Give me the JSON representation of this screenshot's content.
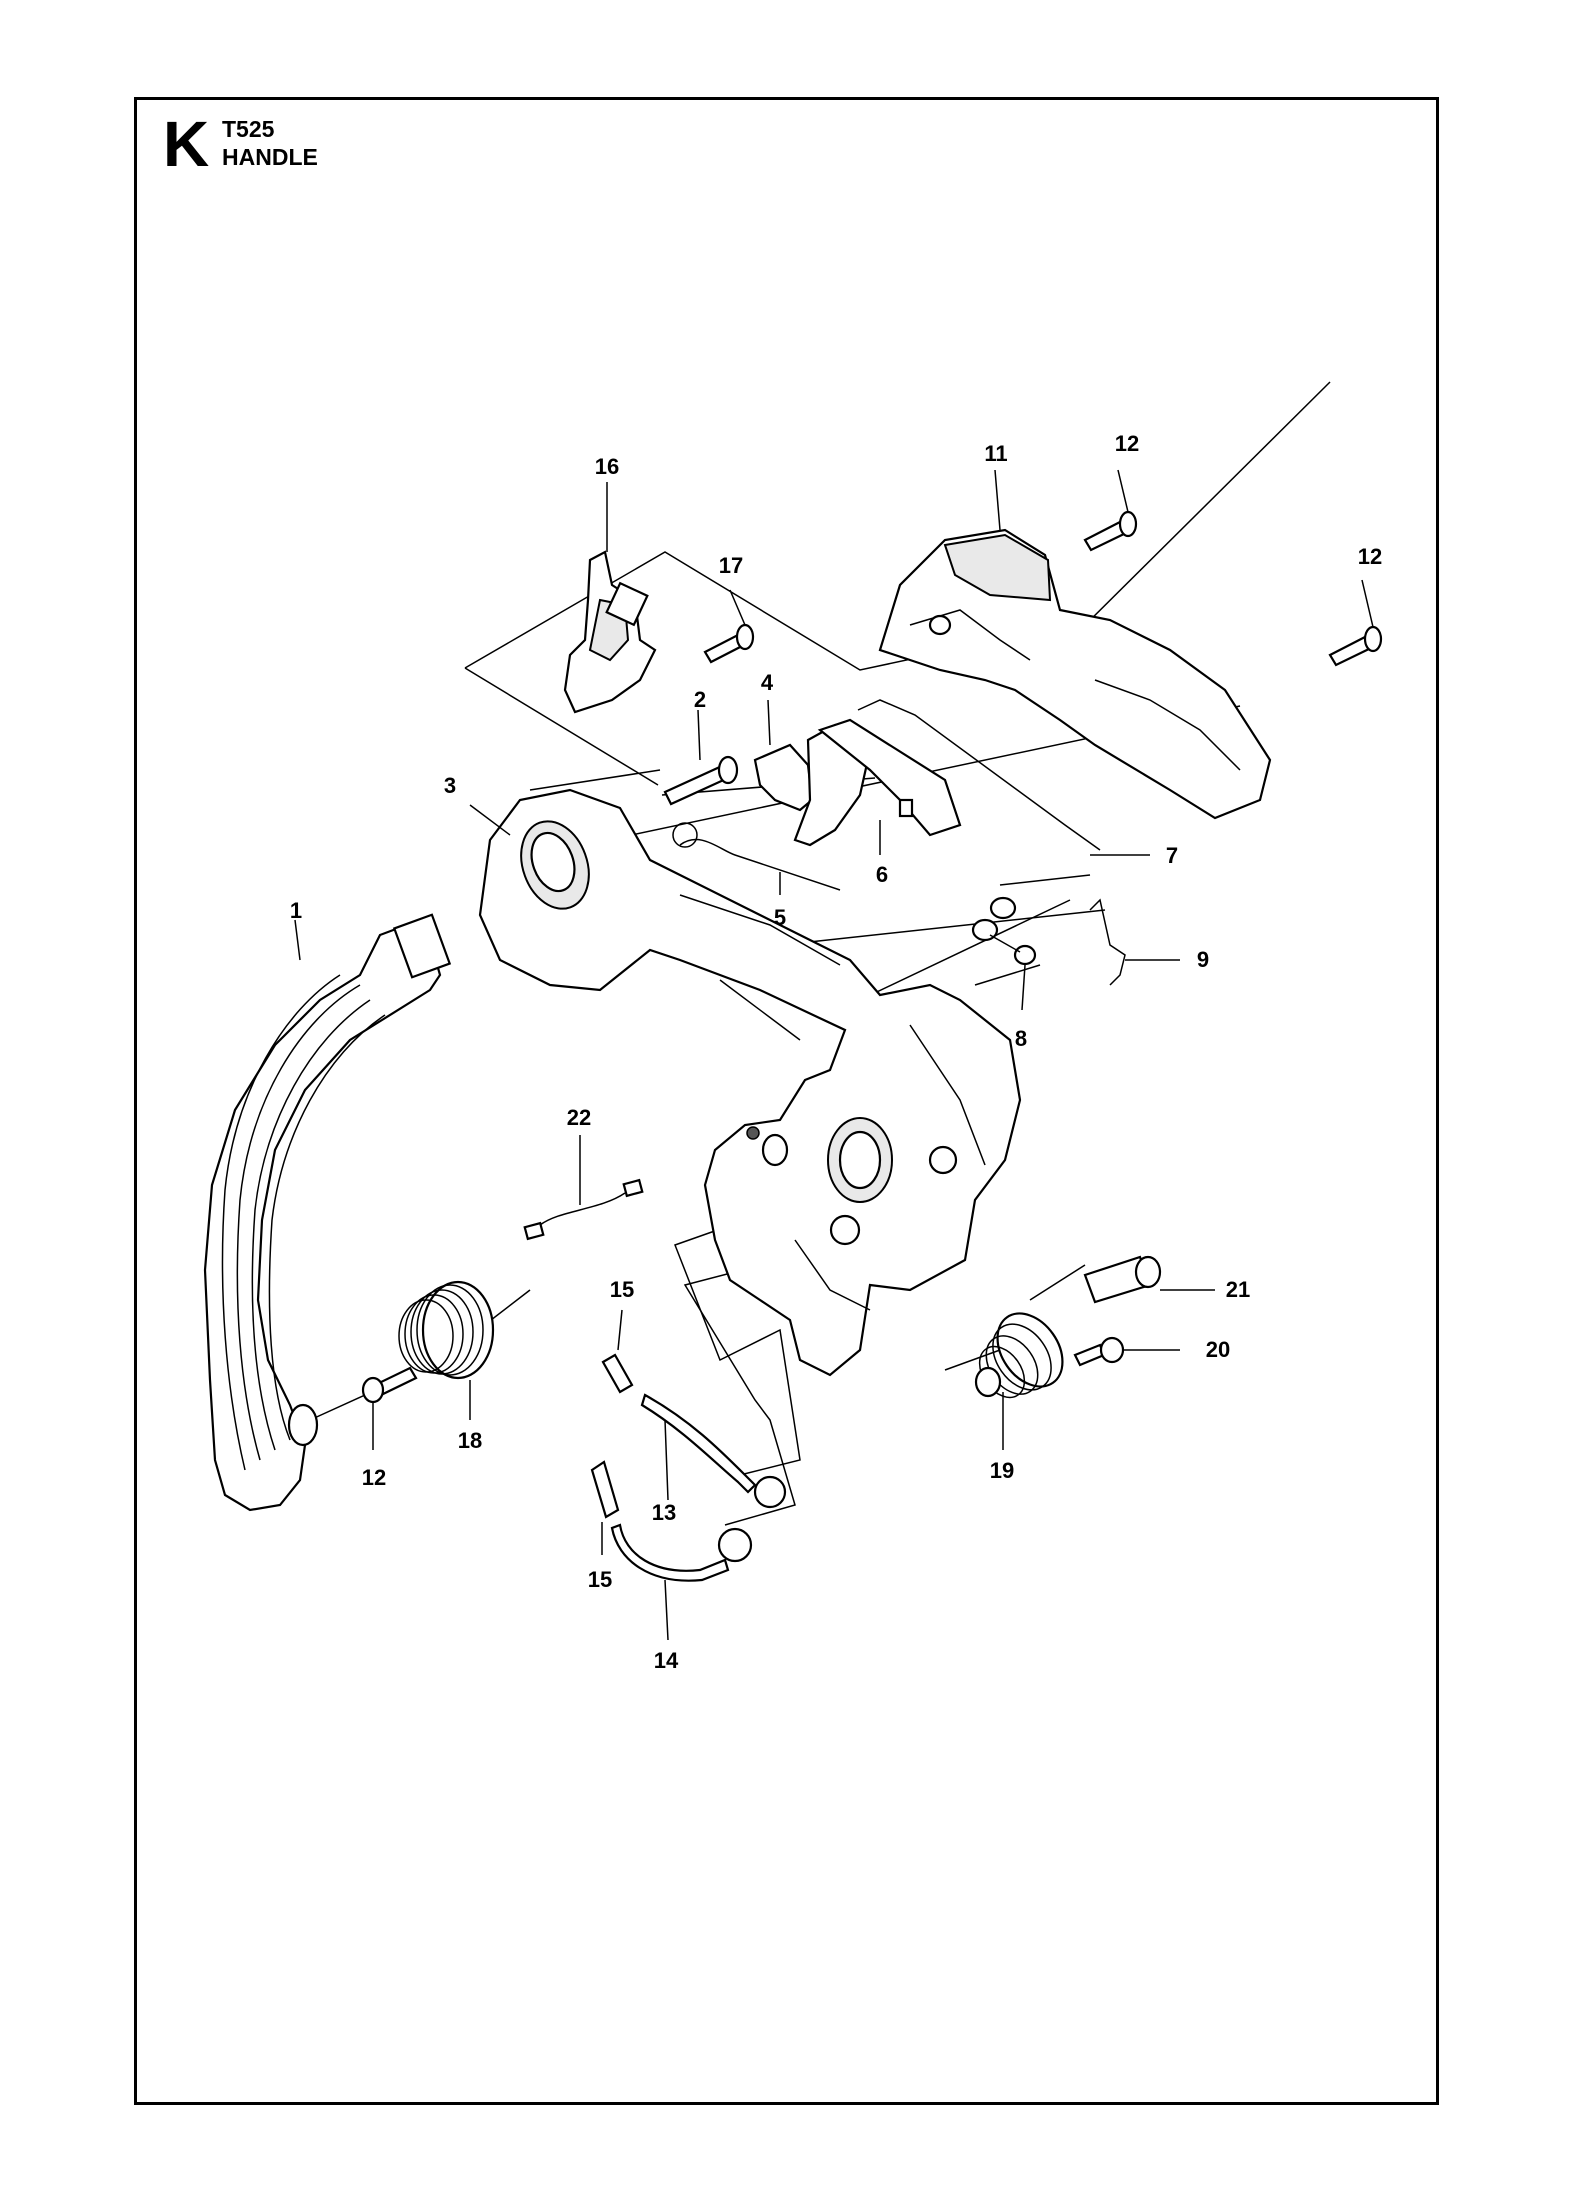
{
  "header": {
    "section_letter": "K",
    "model": "T525",
    "title": "HANDLE"
  },
  "callouts": [
    {
      "id": "c1",
      "label": "1"
    },
    {
      "id": "c2",
      "label": "2"
    },
    {
      "id": "c3",
      "label": "3"
    },
    {
      "id": "c4",
      "label": "4"
    },
    {
      "id": "c5",
      "label": "5"
    },
    {
      "id": "c6",
      "label": "6"
    },
    {
      "id": "c7",
      "label": "7"
    },
    {
      "id": "c8",
      "label": "8"
    },
    {
      "id": "c9",
      "label": "9"
    },
    {
      "id": "c11",
      "label": "11"
    },
    {
      "id": "c12a",
      "label": "12"
    },
    {
      "id": "c12b",
      "label": "12"
    },
    {
      "id": "c12c",
      "label": "12"
    },
    {
      "id": "c13",
      "label": "13"
    },
    {
      "id": "c14",
      "label": "14"
    },
    {
      "id": "c15a",
      "label": "15"
    },
    {
      "id": "c15b",
      "label": "15"
    },
    {
      "id": "c16",
      "label": "16"
    },
    {
      "id": "c17",
      "label": "17"
    },
    {
      "id": "c18",
      "label": "18"
    },
    {
      "id": "c19",
      "label": "19"
    },
    {
      "id": "c20",
      "label": "20"
    },
    {
      "id": "c21",
      "label": "21"
    },
    {
      "id": "c22",
      "label": "22"
    }
  ]
}
